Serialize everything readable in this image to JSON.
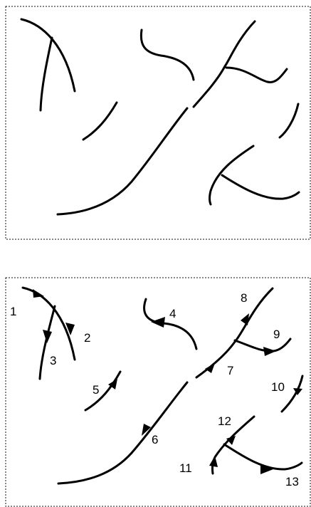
{
  "panels": {
    "top": {
      "description": ""
    },
    "bottom": {
      "labels": [
        "1",
        "2",
        "3",
        "4",
        "5",
        "6",
        "7",
        "8",
        "9",
        "10",
        "11",
        "12",
        "13"
      ]
    }
  }
}
